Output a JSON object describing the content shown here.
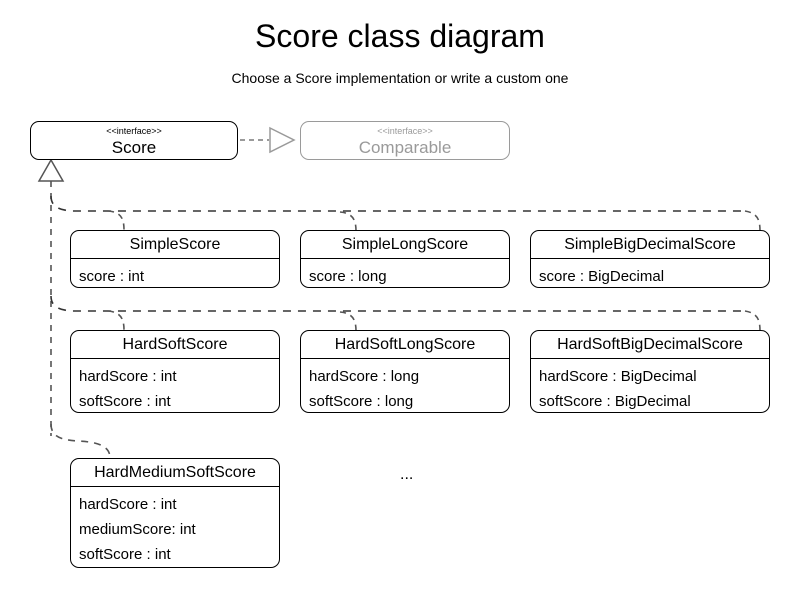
{
  "header": {
    "title": "Score class diagram",
    "subtitle": "Choose a Score implementation or write a custom one"
  },
  "interfaces": [
    {
      "id": "score",
      "stereotype": "<<interface>>",
      "name": "Score",
      "muted": false
    },
    {
      "id": "comparable",
      "stereotype": "<<interface>>",
      "name": "Comparable",
      "muted": true
    }
  ],
  "classes": [
    {
      "id": "simple-score",
      "name": "SimpleScore",
      "attributes": [
        "score : int"
      ]
    },
    {
      "id": "simple-long-score",
      "name": "SimpleLongScore",
      "attributes": [
        "score : long"
      ]
    },
    {
      "id": "simple-big-decimal-score",
      "name": "SimpleBigDecimalScore",
      "attributes": [
        "score : BigDecimal"
      ]
    },
    {
      "id": "hard-soft-score",
      "name": "HardSoftScore",
      "attributes": [
        "hardScore : int",
        "softScore : int"
      ]
    },
    {
      "id": "hard-soft-long-score",
      "name": "HardSoftLongScore",
      "attributes": [
        "hardScore : long",
        "softScore : long"
      ]
    },
    {
      "id": "hard-soft-big-decimal-score",
      "name": "HardSoftBigDecimalScore",
      "attributes": [
        "hardScore : BigDecimal",
        "softScore : BigDecimal"
      ]
    },
    {
      "id": "hard-medium-soft-score",
      "name": "HardMediumSoftScore",
      "attributes": [
        "hardScore : int",
        "mediumScore: int",
        "softScore : int"
      ]
    }
  ],
  "markers": {
    "more_classes": "..."
  },
  "relations": [
    {
      "id": "score-realizes-comparable",
      "type": "realization",
      "from": "score",
      "to": "comparable",
      "style": "dashed",
      "arrowhead": "hollow-triangle"
    },
    {
      "id": "simple-score-extends-score",
      "type": "generalization",
      "from": "simple-score",
      "to": "score",
      "style": "dashed",
      "arrowhead": "hollow-triangle"
    },
    {
      "id": "simple-long-score-extends-score",
      "type": "generalization",
      "from": "simple-long-score",
      "to": "score",
      "style": "dashed",
      "arrowhead": "hollow-triangle"
    },
    {
      "id": "simple-big-decimal-score-extends-score",
      "type": "generalization",
      "from": "simple-big-decimal-score",
      "to": "score",
      "style": "dashed",
      "arrowhead": "hollow-triangle"
    },
    {
      "id": "hard-soft-score-extends-score",
      "type": "generalization",
      "from": "hard-soft-score",
      "to": "score",
      "style": "dashed",
      "arrowhead": "hollow-triangle"
    },
    {
      "id": "hard-soft-long-score-extends-score",
      "type": "generalization",
      "from": "hard-soft-long-score",
      "to": "score",
      "style": "dashed",
      "arrowhead": "hollow-triangle"
    },
    {
      "id": "hard-soft-big-decimal-score-extends-score",
      "type": "generalization",
      "from": "hard-soft-big-decimal-score",
      "to": "score",
      "style": "dashed",
      "arrowhead": "hollow-triangle"
    },
    {
      "id": "hard-medium-soft-score-extends-score",
      "type": "generalization",
      "from": "hard-medium-soft-score",
      "to": "score",
      "style": "dashed",
      "arrowhead": "hollow-triangle"
    }
  ],
  "colors": {
    "stroke": "#000000",
    "muted_stroke": "#9a9a9a",
    "edge": "#555555",
    "background": "#ffffff"
  }
}
